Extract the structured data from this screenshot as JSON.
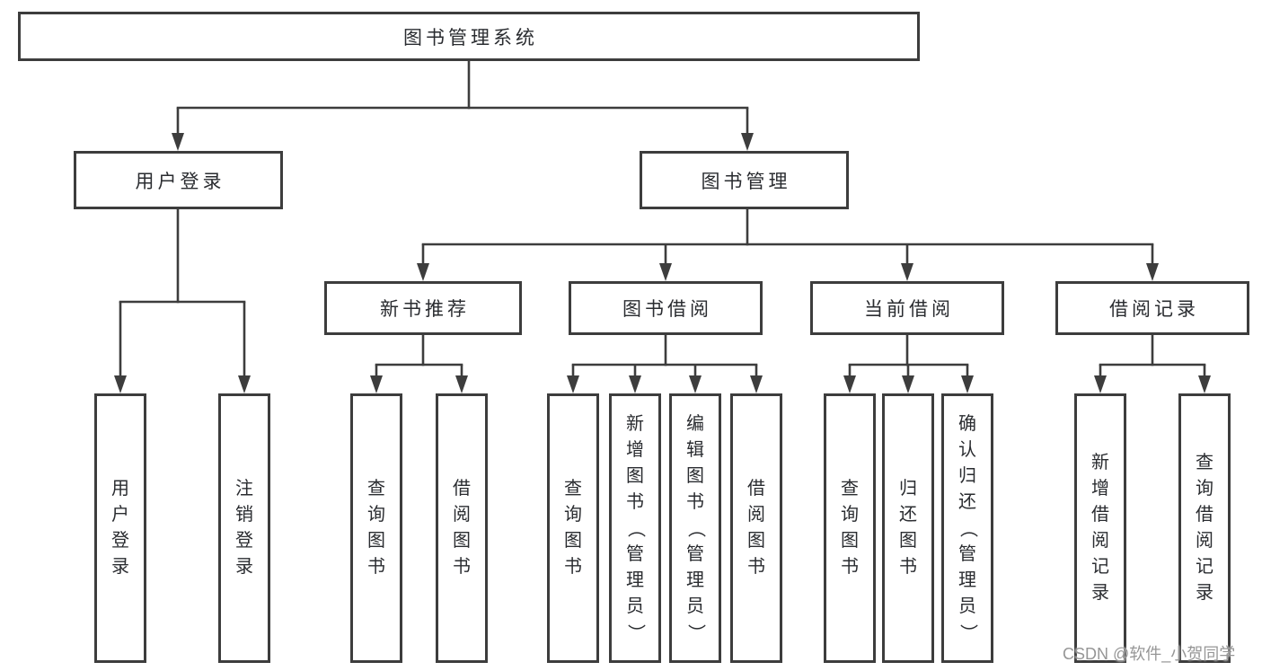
{
  "tree": {
    "root": "图书管理系统",
    "user_login": {
      "label": "用户登录",
      "leaves": [
        "用户登录",
        "注销登录"
      ]
    },
    "book_mgmt": {
      "label": "图书管理",
      "modules": [
        {
          "label": "新书推荐",
          "leaves": [
            "查询图书",
            "借阅图书"
          ]
        },
        {
          "label": "图书借阅",
          "leaves": [
            "查询图书",
            "新增图书（管理员）",
            "编辑图书（管理员）",
            "借阅图书"
          ]
        },
        {
          "label": "当前借阅",
          "leaves": [
            "查询图书",
            "归还图书",
            "确认归还（管理员）"
          ]
        },
        {
          "label": "借阅记录",
          "leaves": [
            "新增借阅记录",
            "查询借阅记录"
          ]
        }
      ]
    }
  },
  "watermark": "CSDN @软件_小贺同学",
  "colors": {
    "line": "#3d3d3d",
    "text": "#2a2c30",
    "watermark": "#969696",
    "background": "#ffffff"
  }
}
